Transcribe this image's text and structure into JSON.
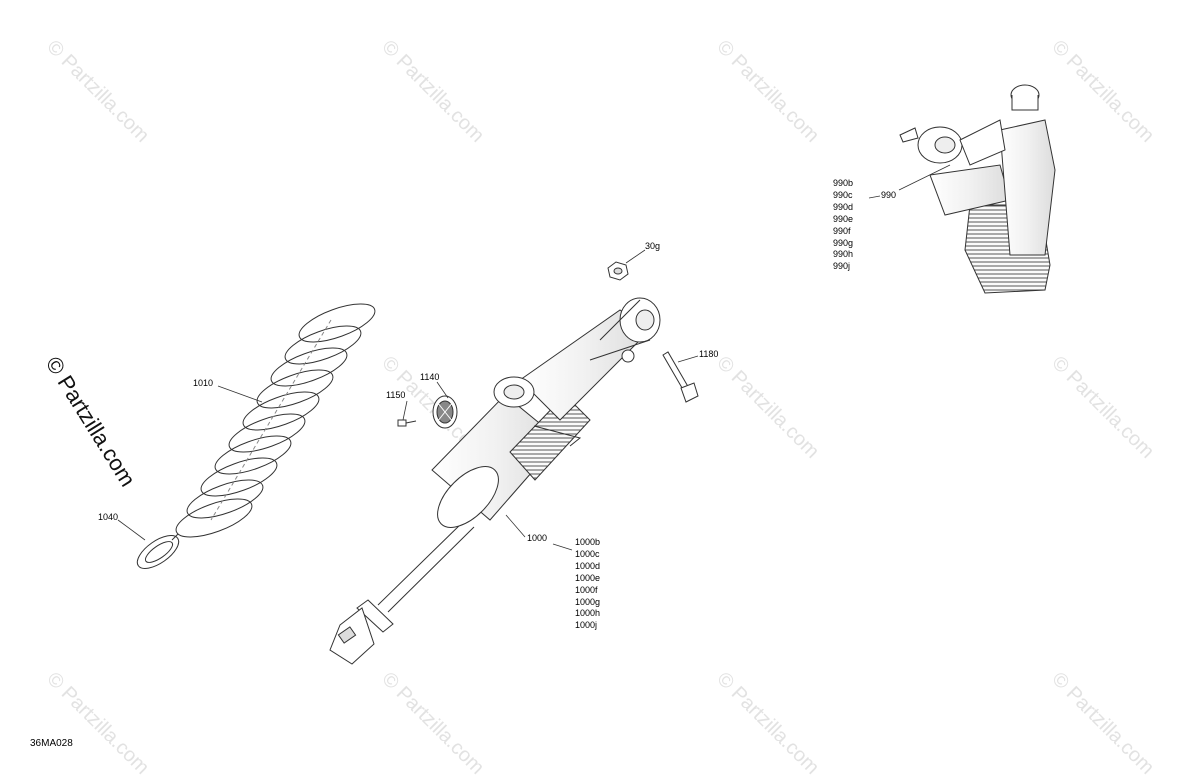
{
  "watermark": "© Partzilla.com",
  "reference_code": "36MA028",
  "callouts": {
    "c30g": "30g",
    "c1180": "1180",
    "c1140": "1140",
    "c1150": "1150",
    "c1010": "1010",
    "c1040": "1040",
    "c1000": "1000",
    "c990": "990"
  },
  "variants_1000": [
    "1000b",
    "1000c",
    "1000d",
    "1000e",
    "1000f",
    "1000g",
    "1000h",
    "1000j"
  ],
  "variants_990": [
    "990b",
    "990c",
    "990d",
    "990e",
    "990f",
    "990g",
    "990h",
    "990j"
  ]
}
